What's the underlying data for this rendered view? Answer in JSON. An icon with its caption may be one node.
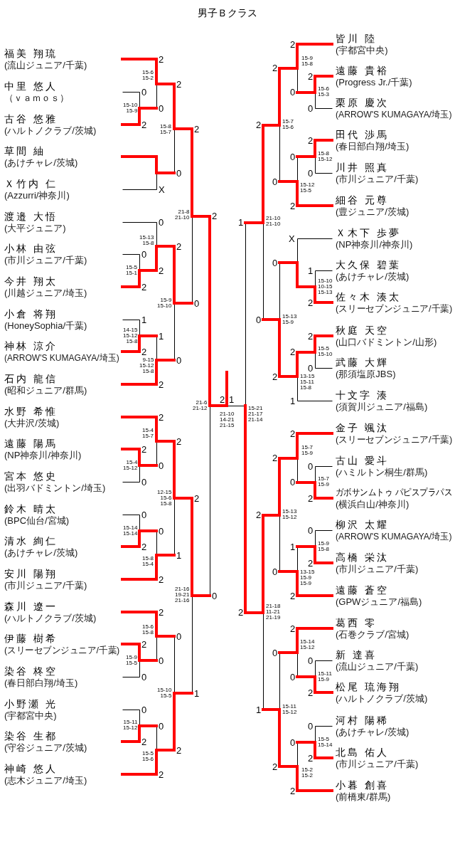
{
  "diagram": {
    "title": "男子Ｂクラス",
    "nodes": [
      {
        "text": [
          "福美 翔琉",
          "(流山ジュニア/千葉)"
        ]
      },
      {
        "text": [
          "中里 悠人",
          "（ｖａｍｏｓ）"
        ]
      },
      {
        "text": [
          "古谷 悠雅",
          "(ハルトノクラブ/茨城)"
        ]
      },
      {
        "text": [
          "草間 紬",
          "(あけチャレ/茨城)"
        ]
      },
      {
        "text": [
          "Ｘ竹内 仁",
          "(Azzurri/神奈川)"
        ]
      },
      {
        "text": [
          "渡邉 大悟",
          "(大平ジュニア)"
        ]
      },
      {
        "text": [
          "小林 由弦",
          "(市川ジュニア/千葉)"
        ]
      },
      {
        "text": [
          "今井 翔太",
          "(川越ジュニア/埼玉)"
        ]
      },
      {
        "text": [
          "小倉 将翔",
          "(HoneySophia/千葉)"
        ]
      },
      {
        "text": [
          "神林 涼介",
          "(ARROW'S KUMAGAYA/埼玉)"
        ]
      },
      {
        "text": [
          "石内 龍信",
          "(昭和ジュニア/群馬)"
        ]
      },
      {
        "text": [
          "水野 希惟",
          "(大井沢/茨城)"
        ]
      },
      {
        "text": [
          "遠藤 陽馬",
          "(NP神奈川/神奈川)"
        ]
      },
      {
        "text": [
          "宮本 悠史",
          "(出羽バドミントン/埼玉)"
        ]
      },
      {
        "text": [
          "鈴木 晴太",
          "(BPC仙台/宮城)"
        ]
      },
      {
        "text": [
          "清水 絢仁",
          "(あけチャレ/茨城)"
        ]
      },
      {
        "text": [
          "安川 陽翔",
          "(市川ジュニア/千葉)"
        ]
      },
      {
        "text": [
          "森川 遼一",
          "(ハルトノクラブ/茨城)"
        ]
      },
      {
        "text": [
          "伊藤 樹希",
          "(スリーセブンジュニア/千葉)"
        ]
      },
      {
        "text": [
          "染谷 柊空",
          "(春日部白翔/埼玉)"
        ]
      },
      {
        "text": [
          "小野瀬 光",
          "(宇都宮中央)"
        ]
      },
      {
        "text": [
          "染谷 生都",
          "(守谷ジュニア/茨城)"
        ]
      },
      {
        "text": [
          "神崎 悠人",
          "(志木ジュニア/埼玉)"
        ]
      },
      {
        "text": [
          "皆川 陸",
          "(宇都宮中央)"
        ]
      },
      {
        "text": [
          "遠藤 貴裕",
          "(Progress Jr./千葉)"
        ]
      },
      {
        "text": [
          "栗原 慶次",
          "(ARROW'S KUMAGAYA/埼玉)"
        ]
      },
      {
        "text": [
          "田代 渉馬",
          "(春日部白翔/埼玉)"
        ]
      },
      {
        "text": [
          "川井 照真",
          "(市川ジュニア/千葉)"
        ]
      },
      {
        "text": [
          "細谷 元尊",
          "(豊ジュニア/茨城)"
        ]
      },
      {
        "text": [
          "Ｘ木下 歩夢",
          "(NP神奈川/神奈川)"
        ]
      },
      {
        "text": [
          "大久保 碧葉",
          "(あけチャレ/茨城)"
        ]
      },
      {
        "text": [
          "佐々木 湊太",
          "(スリーセブンジュニア/千葉)"
        ]
      },
      {
        "text": [
          "秋庭 天空",
          "(山口バドミントン/山形)"
        ]
      },
      {
        "text": [
          "武藤 大輝",
          "(那須塩原JBS)"
        ]
      },
      {
        "text": [
          "十文字 湊",
          "(須賀川ジュニア/福島)"
        ]
      },
      {
        "text": [
          "金子 颯汰",
          "(スリーセブンジュニア/千葉)"
        ]
      },
      {
        "text": [
          "古山 愛斗",
          "(ハミルトン桐生/群馬)"
        ]
      },
      {
        "text": [
          "ガボサンムトゥ パピスプラパス",
          "(横浜白山/神奈川)"
        ]
      },
      {
        "text": [
          "柳沢 太耀",
          "(ARROW'S KUMAGAYA/埼玉)"
        ]
      },
      {
        "text": [
          "高橋 栄汰",
          "(市川ジュニア/千葉)"
        ]
      },
      {
        "text": [
          "遠藤 蒼空",
          "(GPWジュニア/福島)"
        ]
      },
      {
        "text": [
          "葛西 零",
          "(石巻クラブ/宮城)"
        ]
      },
      {
        "text": [
          "新 達喜",
          "(流山ジュニア/千葉)"
        ]
      },
      {
        "text": [
          "松尾 琉海翔",
          "(ハルトノクラブ/茨城)"
        ]
      },
      {
        "text": [
          "河村 陽稀",
          "(あけチャレ/茨城)"
        ]
      },
      {
        "text": [
          "北島 佑人",
          "(市川ジュニア/千葉)"
        ]
      },
      {
        "text": [
          "小暮 創喜",
          "(前橋東/群馬)"
        ]
      }
    ],
    "labels": [
      "2",
      "15-6 15-2",
      "2",
      "0",
      "15-10 15-9",
      "0",
      "2",
      "15-8 15-7",
      "2",
      "0",
      "X",
      "21-8 21-10",
      "2",
      "0",
      "15-13 15-8",
      "2",
      "0",
      "15-5 15-1",
      "2",
      "2",
      "15-9 15-10",
      "0",
      "1",
      "14-15 15-12 15-8",
      "1",
      "2",
      "0",
      "9-15 15-12 15-8",
      "2",
      "21-6 21-12",
      "2",
      "15-4 15-7",
      "2",
      "2",
      "15-4 15-12",
      "0",
      "0",
      "12-15 15-6 15-8",
      "2",
      "0",
      "15-14 15-14",
      "0",
      "2",
      "1",
      "15-8 15-4",
      "2",
      "21-16 19-21 21-16",
      "0",
      "2",
      "15-6 15-8",
      "0",
      "2",
      "15-9 15-5",
      "0",
      "0",
      "15-10 15-5",
      "1",
      "0",
      "15-11 15-12",
      "0",
      "2",
      "2",
      "15-5 15-6",
      "2",
      "2",
      "1",
      "21-10 14-21 21-15",
      "2",
      "15-9 15-8",
      "2",
      "2",
      "0",
      "15-6 15-3",
      "0",
      "2",
      "15-7 15-6",
      "2",
      "0",
      "15-8 15-12",
      "0",
      "0",
      "15-12 15-5",
      "2",
      "1",
      "21-10 21-10",
      "X",
      "0",
      "1",
      "15-10 10-15 15-13",
      "2",
      "0",
      "15-13 15-9",
      "2",
      "2",
      "15-5 15-10",
      "0",
      "2",
      "13-15 15-11 15-8",
      "1",
      "15-21 21-17 21-14",
      "2",
      "15-7 15-9",
      "2",
      "0",
      "0",
      "15-7 15-9",
      "2",
      "2",
      "15-13 15-12",
      "0",
      "1",
      "15-9 15-8",
      "2",
      "0",
      "13-15 15-9 15-9",
      "2",
      "2",
      "21-18 11-21 21-19",
      "2",
      "15-14 15-12",
      "0",
      "0",
      "0",
      "15-11 15-9",
      "2",
      "1",
      "15-11 15-12",
      "0",
      "0",
      "15-5 15-14",
      "2",
      "2",
      "15-2 15-2",
      "2"
    ]
  }
}
